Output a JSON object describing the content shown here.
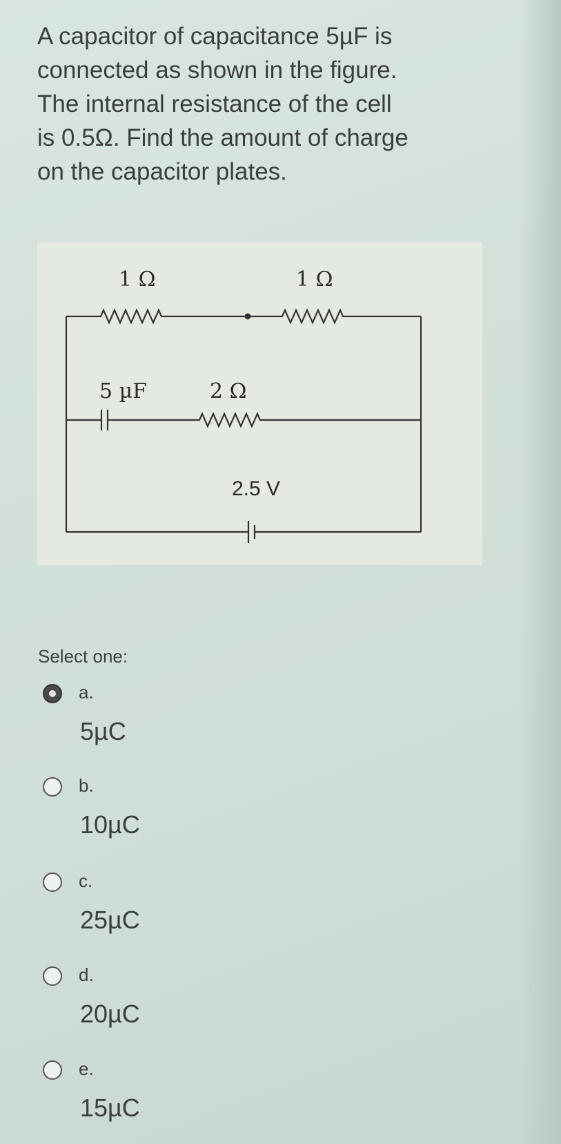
{
  "question": {
    "lines": [
      "A capacitor of capacitance 5µF is",
      "connected as shown in the figure.",
      "The internal resistance of the cell",
      "is 0.5Ω. Find the amount of charge",
      "on the capacitor plates."
    ]
  },
  "figure": {
    "r_top_left": "1 Ω",
    "r_top_right": "1 Ω",
    "capacitor": "5 µF",
    "r_middle": "2 Ω",
    "cell": "2.5 V"
  },
  "select_label": "Select one:",
  "options": [
    {
      "letter": "a.",
      "answer": "5µC",
      "selected": true
    },
    {
      "letter": "b.",
      "answer": "10µC",
      "selected": false
    },
    {
      "letter": "c.",
      "answer": "25µC",
      "selected": false
    },
    {
      "letter": "d.",
      "answer": "20µC",
      "selected": false
    },
    {
      "letter": "e.",
      "answer": "15µC",
      "selected": false
    }
  ]
}
